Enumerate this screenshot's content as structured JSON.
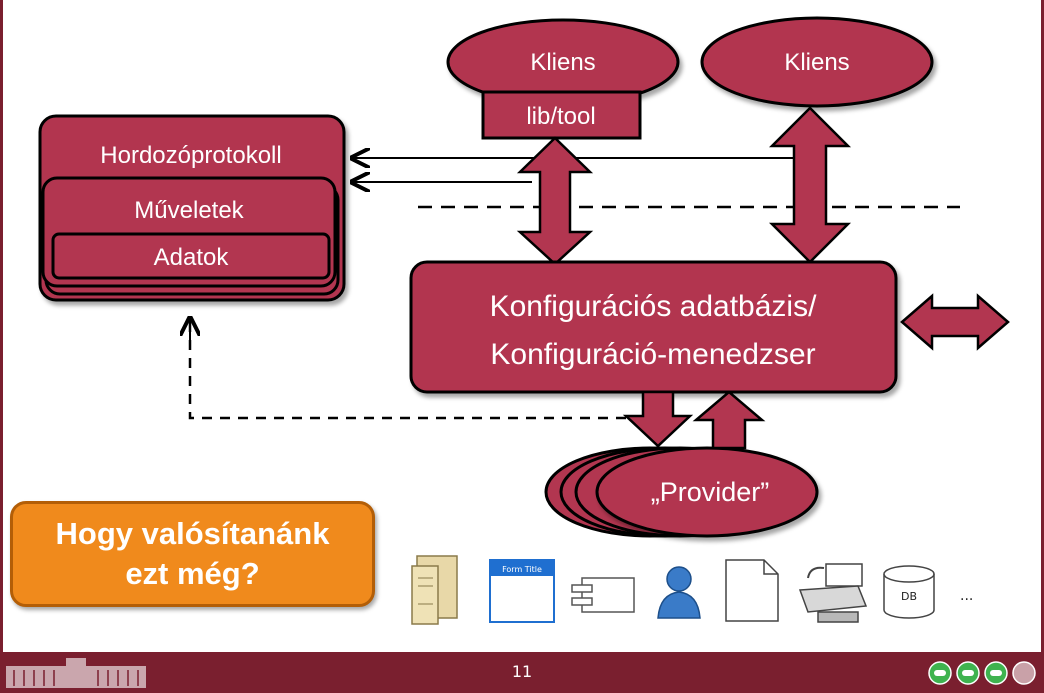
{
  "diagram": {
    "client1": {
      "label": "Kliens",
      "lib_label": "lib/tool"
    },
    "client2": {
      "label": "Kliens"
    },
    "protocol": {
      "outer_label": "Hordozóprotokoll",
      "middle_label": "Műveletek",
      "inner_label": "Adatok"
    },
    "config": {
      "line1": "Konfigurációs adatbázis/",
      "line2": "Konfiguráció-menedzser"
    },
    "provider": {
      "label": "„Provider”"
    }
  },
  "callout": {
    "line1": "Hogy valósítanánk",
    "line2": "ezt még?"
  },
  "icon_row": {
    "form_title": "Form Title",
    "db_label": "DB",
    "ellipsis": "..."
  },
  "footer": {
    "page_number": "11"
  },
  "colors": {
    "box_fill": "#b23650",
    "box_stroke": "#000000",
    "callout": "#f08a1c",
    "footer": "#7a1f2f"
  }
}
